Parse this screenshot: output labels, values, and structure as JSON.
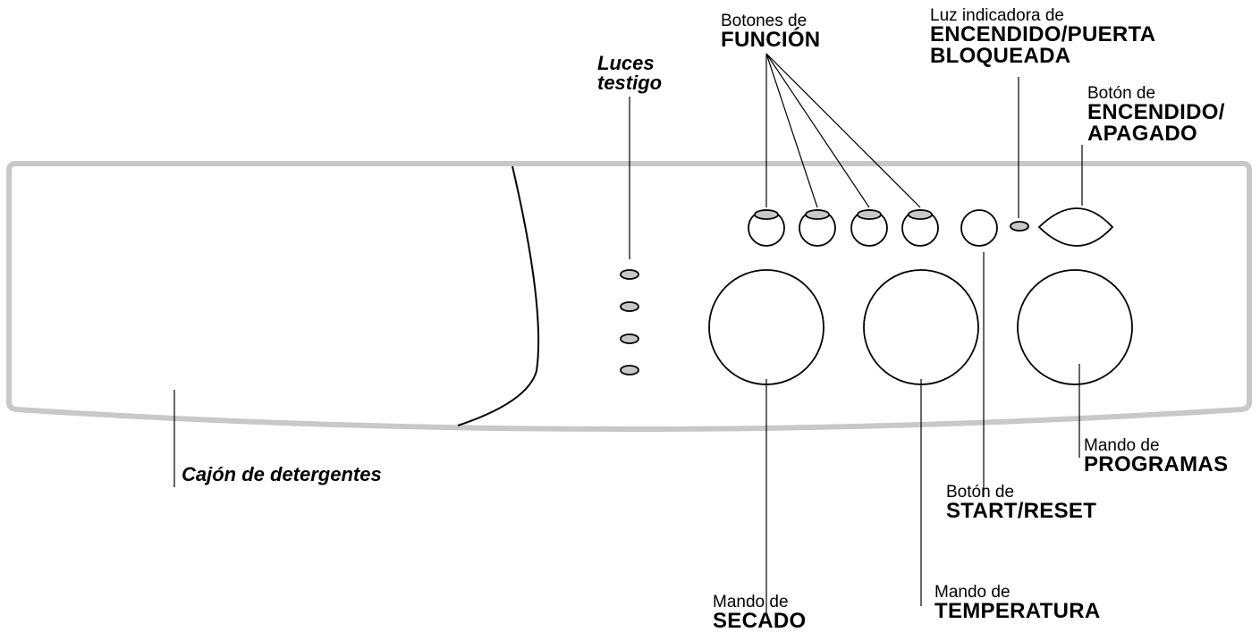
{
  "labels": {
    "luces_testigo": {
      "line1": "Luces",
      "line2": "testigo"
    },
    "botones_funcion": {
      "line1": "Botones de",
      "line2": "FUNCIÓN"
    },
    "luz_indicadora": {
      "line1": "Luz indicadora de",
      "line2": "ENCENDIDO/PUERTA",
      "line3": "BLOQUEADA"
    },
    "boton_encendido": {
      "line1": "Botón de",
      "line2": "ENCENDIDO/",
      "line3": "APAGADO"
    },
    "cajon_detergentes": {
      "line1": "Cajón de detergentes"
    },
    "mando_programas": {
      "line1": "Mando de",
      "line2": "PROGRAMAS"
    },
    "boton_start_reset": {
      "line1": "Botón de",
      "line2": "START/RESET"
    },
    "mando_temperatura": {
      "line1": "Mando de",
      "line2": "TEMPERATURA"
    },
    "mando_secado": {
      "line1": "Mando de",
      "line2": "SECADO"
    }
  },
  "colors": {
    "panel_outline": "#c8c8c8",
    "indicator_fill": "#c8c8c8",
    "stroke": "#000000"
  }
}
